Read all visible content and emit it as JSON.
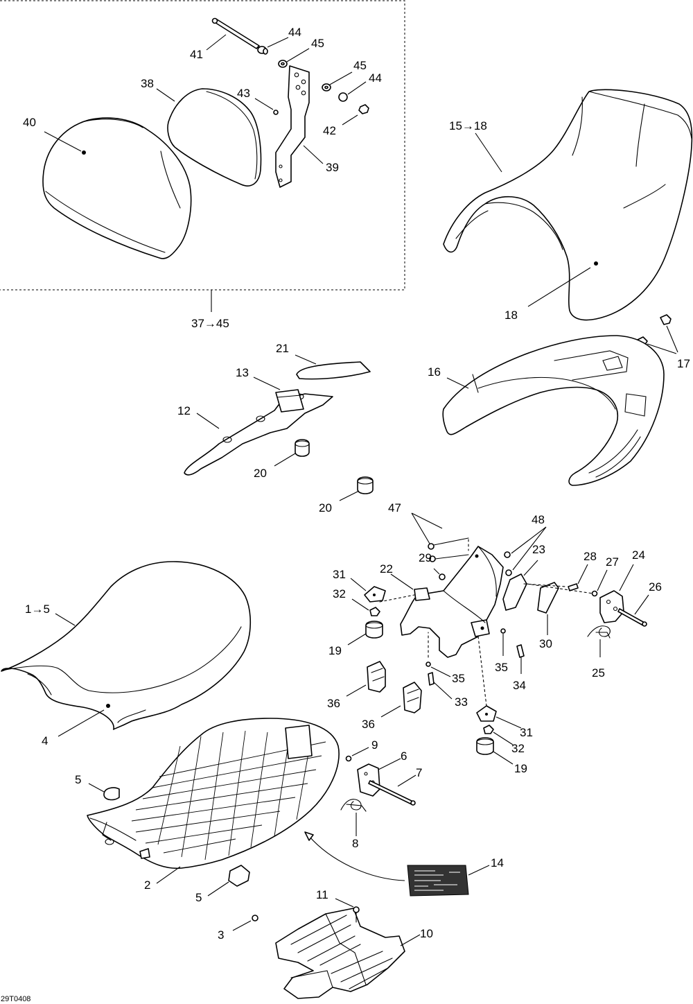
{
  "diagram_code": "29T0408",
  "kit_callout": "37→45",
  "callouts": {
    "c1_5": "1→5",
    "c2": "2",
    "c3": "3",
    "c4": "4",
    "c5a": "5",
    "c5b": "5",
    "c6": "6",
    "c7": "7",
    "c8": "8",
    "c9": "9",
    "c10": "10",
    "c11": "11",
    "c12": "12",
    "c13": "13",
    "c14": "14",
    "c15_18": "15→18",
    "c16": "16",
    "c17": "17",
    "c18": "18",
    "c19a": "19",
    "c19b": "19",
    "c20a": "20",
    "c20b": "20",
    "c21": "21",
    "c22": "22",
    "c23": "23",
    "c24": "24",
    "c25": "25",
    "c26": "26",
    "c27": "27",
    "c28": "28",
    "c29": "29",
    "c30": "30",
    "c31a": "31",
    "c31b": "31",
    "c32a": "32",
    "c32b": "32",
    "c33": "33",
    "c34": "34",
    "c35a": "35",
    "c35b": "35",
    "c36a": "36",
    "c36b": "36",
    "c38": "38",
    "c39": "39",
    "c40": "40",
    "c41": "41",
    "c42": "42",
    "c43": "43",
    "c44a": "44",
    "c44b": "44",
    "c45a": "45",
    "c45b": "45",
    "c47": "47",
    "c48": "48"
  }
}
